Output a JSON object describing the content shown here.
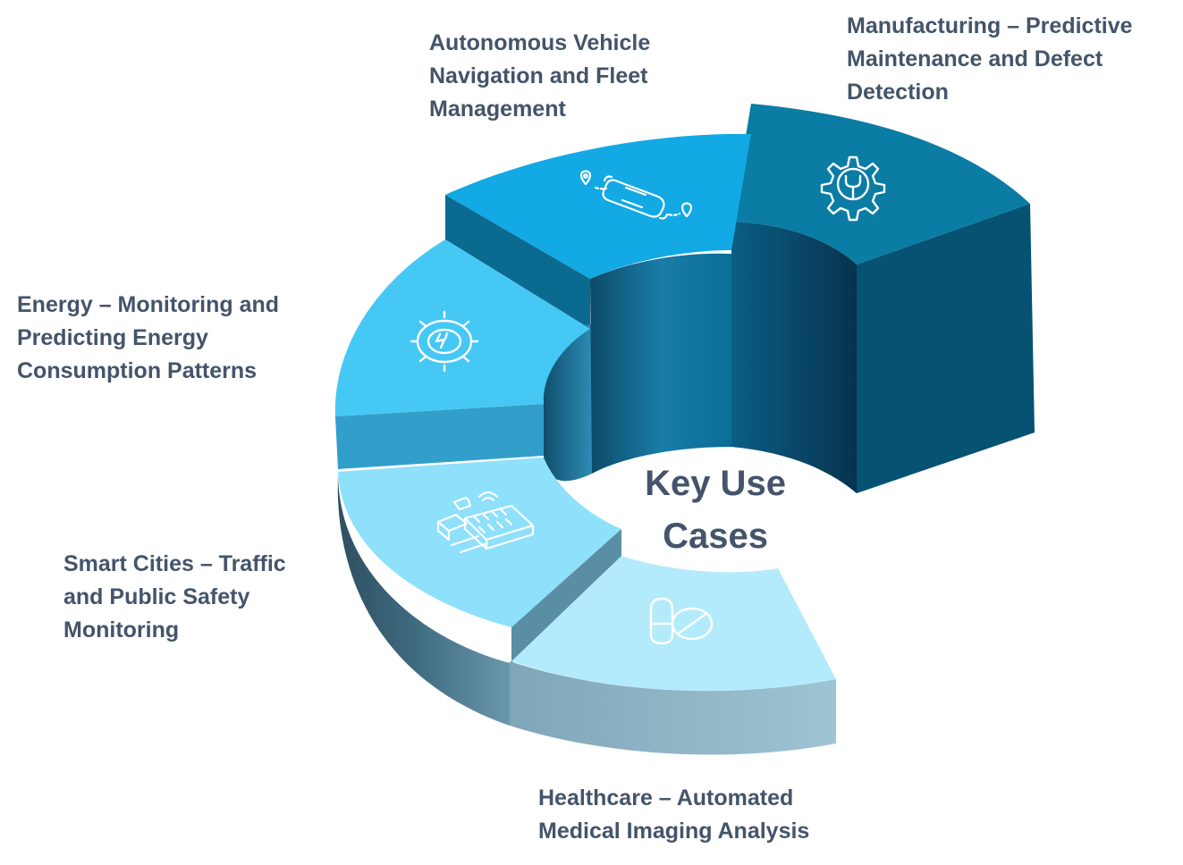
{
  "diagram": {
    "center_title": "Key Use\nCases",
    "segments": [
      {
        "id": "autonomous",
        "label": "Autonomous Vehicle\nNavigation and Fleet\nManagement",
        "icon": "autonomous-car-icon",
        "top_color": "#12a9e4"
      },
      {
        "id": "manufacturing",
        "label": "Manufacturing – Predictive\nMaintenance and Defect\nDetection",
        "icon": "gear-wrench-icon",
        "top_color": "#0b7ca3"
      },
      {
        "id": "energy",
        "label": "Energy – Monitoring and\nPredicting Energy\nConsumption Patterns",
        "icon": "energy-gear-icon",
        "top_color": "#46c8f5"
      },
      {
        "id": "smart-cities",
        "label": "Smart Cities – Traffic\nand Public Safety\nMonitoring",
        "icon": "smart-city-icon",
        "top_color": "#8ee0fb"
      },
      {
        "id": "healthcare",
        "label": "Healthcare – Automated\nMedical Imaging Analysis",
        "icon": "pills-icon",
        "top_color": "#b4ebfc"
      }
    ]
  }
}
